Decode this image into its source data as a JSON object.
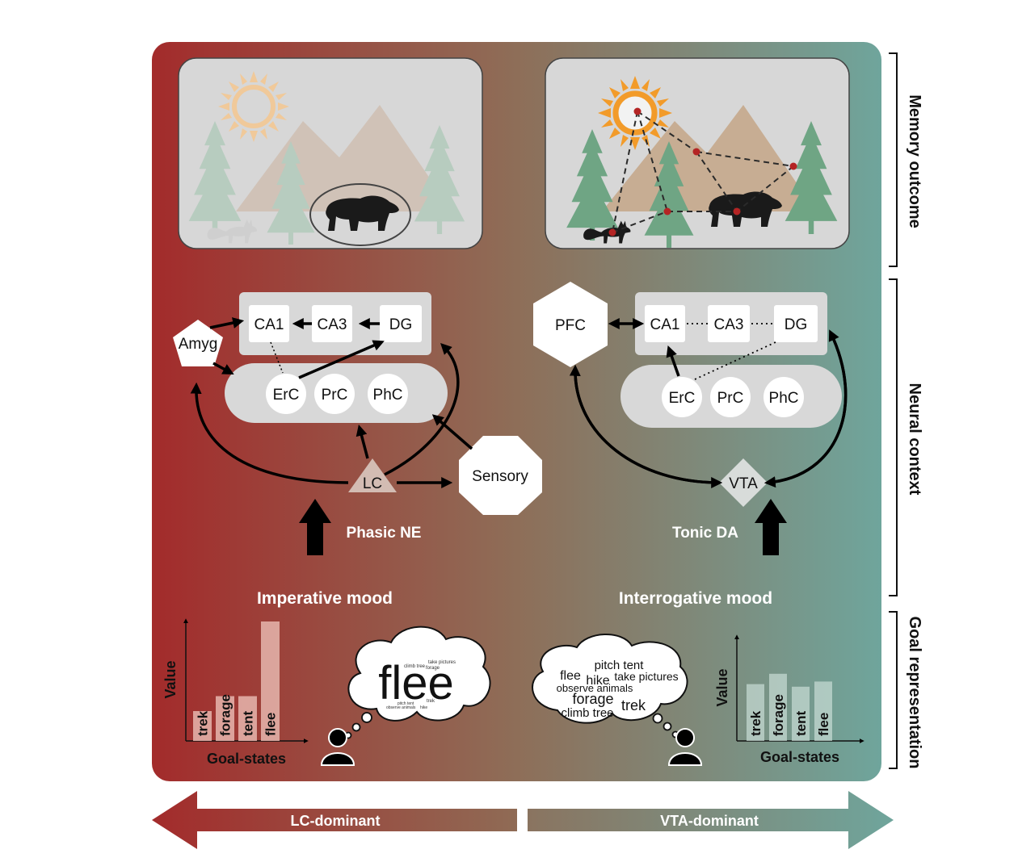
{
  "side_labels": {
    "memory_outcome": "Memory outcome",
    "neural_context": "Neural context",
    "goal_representation": "Goal representation"
  },
  "left": {
    "nodes": {
      "ca1": "CA1",
      "ca3": "CA3",
      "dg": "DG",
      "amyg": "Amyg",
      "erc": "ErC",
      "prc": "PrC",
      "phc": "PhC",
      "lc": "LC",
      "sensory": "Sensory"
    },
    "signal_label": "Phasic NE",
    "mood_label": "Imperative mood",
    "chart": {
      "ylabel": "Value",
      "xlabel": "Goal-states"
    },
    "cloud": {
      "main_word": "flee",
      "small_words": [
        "take pictures",
        "climb tree",
        "forage",
        "pitch tent",
        "observe animals",
        "trek",
        "hike"
      ]
    }
  },
  "right": {
    "nodes": {
      "pfc": "PFC",
      "ca1": "CA1",
      "ca3": "CA3",
      "dg": "DG",
      "erc": "ErC",
      "prc": "PrC",
      "phc": "PhC",
      "vta": "VTA"
    },
    "signal_label": "Tonic DA",
    "mood_label": "Interrogative mood",
    "chart": {
      "ylabel": "Value",
      "xlabel": "Goal-states"
    },
    "cloud": {
      "words": [
        "pitch tent",
        "flee",
        "hike",
        "take pictures",
        "observe animals",
        "forage",
        "trek",
        "climb tree"
      ]
    }
  },
  "bottom_arrows": {
    "left": "LC-dominant",
    "right": "VTA-dominant"
  },
  "colors": {
    "red": "#a32b2b",
    "mid": "#8e6e58",
    "teal": "#6fa59c",
    "panel_gray": "#d4d4d4",
    "tree_green": "#6fa584",
    "sun_orange": "#f29b2a"
  },
  "chart_data": [
    {
      "type": "bar",
      "panel": "left",
      "categories": [
        "trek",
        "forage",
        "tent",
        "flee"
      ],
      "values": [
        1,
        1.5,
        1.5,
        4
      ],
      "xlabel": "Goal-states",
      "ylabel": "Value"
    },
    {
      "type": "bar",
      "panel": "right",
      "categories": [
        "trek",
        "forage",
        "tent",
        "flee"
      ],
      "values": [
        2.2,
        2.6,
        2.1,
        2.3
      ],
      "xlabel": "Goal-states",
      "ylabel": "Value"
    }
  ]
}
